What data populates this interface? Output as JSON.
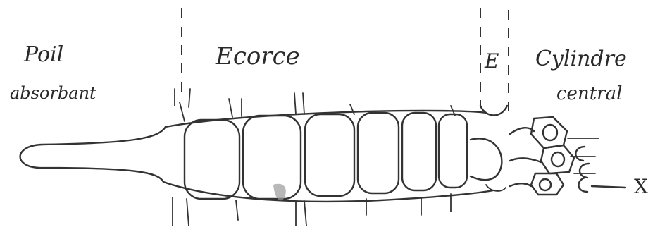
{
  "labels": {
    "poil_line1": "Poil",
    "poil_line2": "absorbant",
    "ecorce": "Ecorce",
    "endoderme": "E",
    "cylindre_line1": "Cylindre",
    "cylindre_line2": "central",
    "xylem_marker": "X"
  },
  "colors": {
    "ink": "#333333",
    "paper": "#ffffff",
    "smudge": "#9a9a9a"
  }
}
